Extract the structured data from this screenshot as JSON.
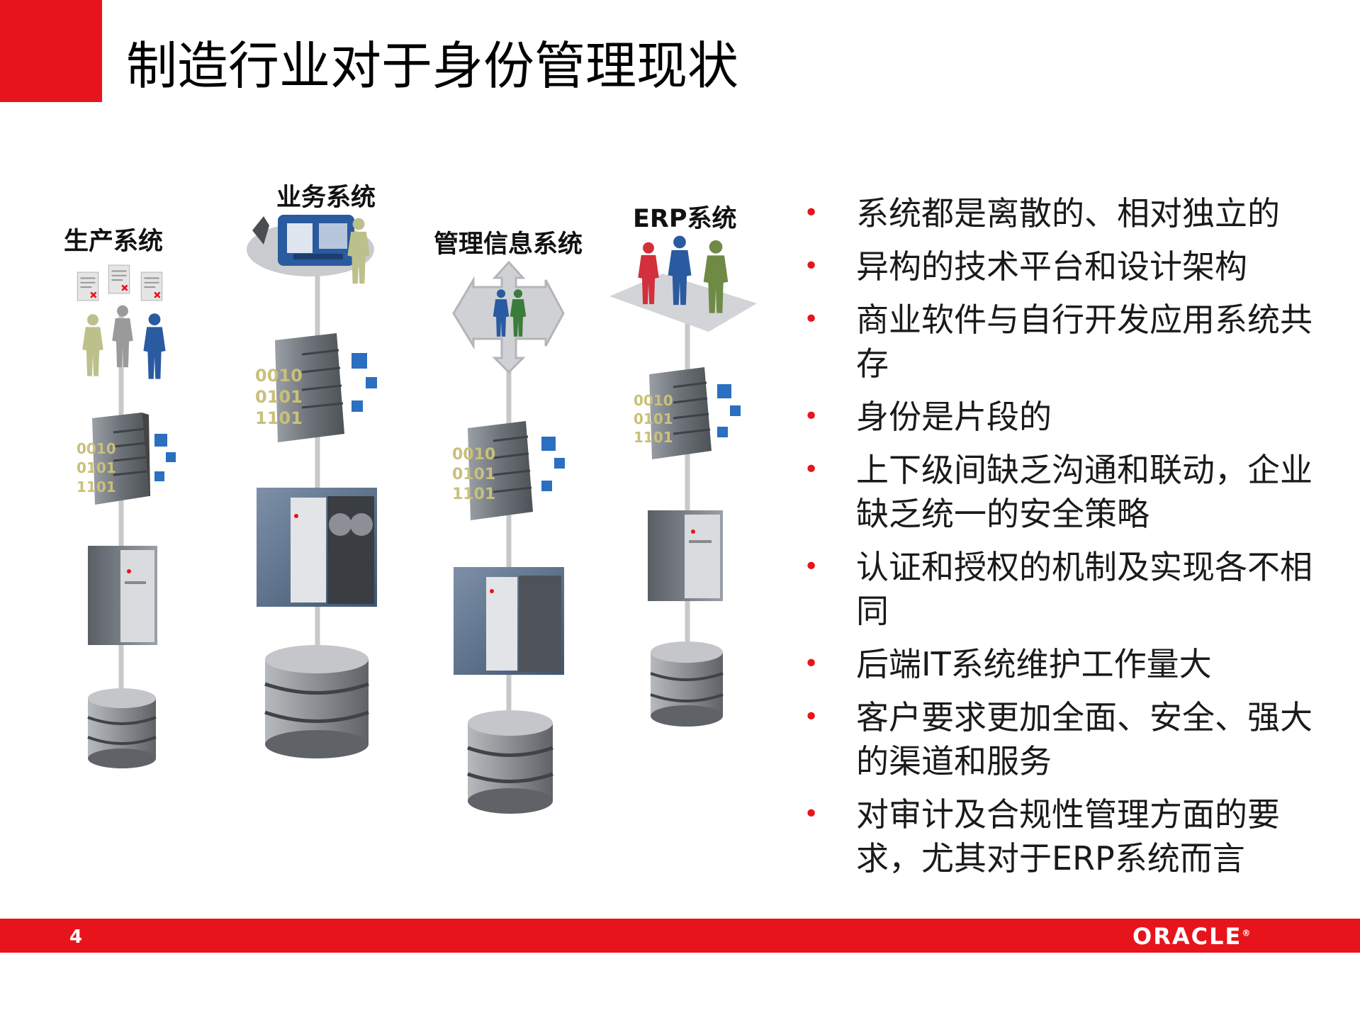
{
  "title": "制造行业对于身份管理现状",
  "systems": [
    {
      "label": "生产系统"
    },
    {
      "label": "业务系统"
    },
    {
      "label": "管理信息系统"
    },
    {
      "label": "ERP系统"
    }
  ],
  "binary_text": [
    "0010",
    "0101",
    "1101"
  ],
  "bullets": [
    "系统都是离散的、相对独立的",
    "异构的技术平台和设计架构",
    "商业软件与自行开发应用系统共存",
    "身份是片段的",
    "上下级间缺乏沟通和联动，企业缺乏统一的安全策略",
    "认证和授权的机制及实现各不相同",
    "后端IT系统维护工作量大",
    "客户要求更加全面、安全、强大的渠道和服务",
    "对审计及合规性管理方面的要求，尤其对于ERP系统而言"
  ],
  "bullet_symbol": "•",
  "footer": {
    "page_number": "4",
    "logo": "ORACLE",
    "logo_mark": "®"
  },
  "colors": {
    "accent": "#e8141c",
    "person_blue": "#2a5aa0",
    "person_khaki": "#bcc08a",
    "person_gray": "#9a9a9a",
    "person_red": "#d2303c",
    "person_olive": "#6f8a45",
    "server": "#6e737a",
    "disk": "#8a8d91"
  }
}
